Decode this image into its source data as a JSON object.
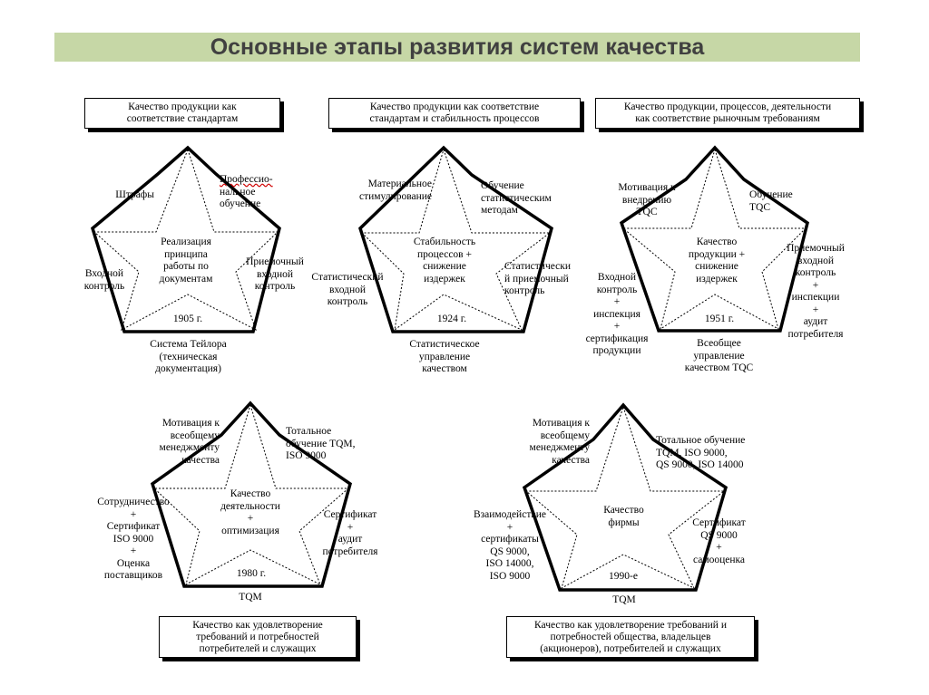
{
  "title": "Основные этапы развития систем качества",
  "stages": [
    {
      "header": "Качество продукции как\nсоответствие стандартам",
      "center": "Реализация\nпринципа\nработы по\nдокументам",
      "year": "1905 г.",
      "top_left": "Штрафы",
      "top_right_a": "Профессио-",
      "top_right_b": "нальное\nобучение",
      "left": "Входной\nконтроль",
      "right": "Приемочный\nвходной\nконтроль",
      "bottom": "Система Тейлора\n(техническая\nдокументация)"
    },
    {
      "header": "Качество продукции как соответствие\nстандартам и стабильность процессов",
      "center": "Стабильность\nпроцессов +\nснижение\nиздержек",
      "year": "1924 г.",
      "top_left": "Материальное\nстимулирование",
      "top_right": "Обучение\nстатистическим\nметодам",
      "left": "Статистический\nвходной\nконтроль",
      "right": "Статистически\nй приемочный\nконтроль",
      "bottom": "Статистическое\nуправление\nкачеством"
    },
    {
      "header": "Качество продукции, процессов, деятельности\nкак соответствие рыночным требованиям",
      "center": "Качество\nпродукции +\nснижение\nиздержек",
      "year": "1951 г.",
      "top_left": "Мотивация к\nвнедрению\nTQC",
      "top_right": "Обучение\nTQC",
      "left": "Входной\nконтроль\n+\nинспекция\n+\nсертификация\nпродукции",
      "right": "Приемочный\nвходной\nконтроль\n+\nинспекции\n+\nаудит\nпотребителя",
      "bottom": "Всеобщее\nуправление\nкачеством TQC"
    },
    {
      "header": "Качество как удовлетворение\nтребований и потребностей\nпотребителей и служащих",
      "center": "Качество\nдеятельности\n+\nоптимизация",
      "year": "1980 г.",
      "top_left": "Мотивация к\nвсеобщему\nменеджменту\nкачества",
      "top_right": "Тотальное\nобучение TQM,\nISO 9000",
      "left": "Сотрудничество\n+\nСертификат\nISO 9000\n+\nОценка\nпоставщиков",
      "right": "Сертификат\n+\nаудит\nпотребителя",
      "bottom": "TQM"
    },
    {
      "header": "Качество как удовлетворение требований и\nпотребностей общества, владельцев\n(акционеров), потребителей и служащих",
      "center": "Качество\nфирмы",
      "year": "1990-е",
      "top_left": "Мотивация к\nвсеобщему\nменеджменту\nкачества",
      "top_right": "Тотальное обучение\nTQM, ISO 9000,\nQS 9000, ISO 14000",
      "left": "Взаимодействие\n+\nсертификаты\nQS 9000,\nISO 14000,\nISO 9000",
      "right": "Сертификат\nQS 9000\n+\nсамооценка",
      "bottom": "TQM"
    }
  ]
}
